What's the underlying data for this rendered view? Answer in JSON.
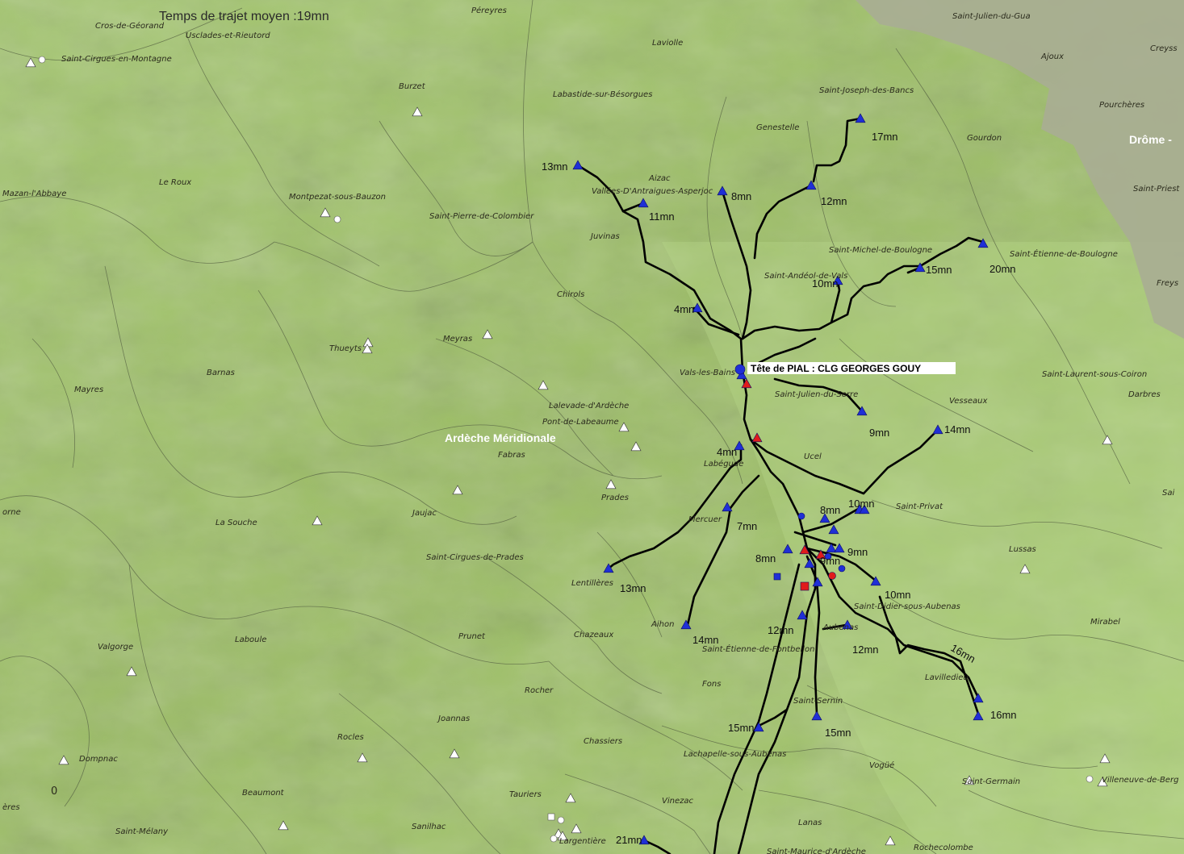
{
  "header": {
    "title": "Temps de trajet moyen :19mn"
  },
  "hub": {
    "label": "Tête de PIAL : CLG GEORGES GOUY"
  },
  "regions": [
    {
      "name": "Ardèche Méridionale"
    },
    {
      "name": "Drôme -"
    }
  ],
  "colors": {
    "terrain": "#9fc16a",
    "terrain_light": "#b8d58a",
    "terrain_dark": "#7ea24c",
    "neighbor_area": "#a8ae93",
    "border": "#5f6b4a",
    "route": "#000000",
    "school_blue": "#1f2fd6",
    "school_red": "#e01b1b",
    "other_school": "#ffffff"
  },
  "communes": [
    "Péreyres",
    "Cros-de-Géorand",
    "Usclades-et-Rieutord",
    "Saint-Julien-du-Gua",
    "Laviolle",
    "Creyss",
    "Saint-Cirgues-en-Montagne",
    "Ajoux",
    "Burzet",
    "Labastide-sur-Bésorgues",
    "Saint-Joseph-des-Bancs",
    "Pourchères",
    "Genestelle",
    "Gourdon",
    "Saint-Priest",
    "Le Roux",
    "Aizac",
    "Mazan-l'Abbaye",
    "Vallées-D'Antraigues-Asperjoc",
    "Montpezat-sous-Bauzon",
    "Saint-Pierre-de-Colombier",
    "Saint-Michel-de-Boulogne",
    "Saint-Étienne-de-Boulogne",
    "Juvinas",
    "Saint-Andéol-de-Vals",
    "Freys",
    "Chirols",
    "Meyras",
    "Thueyts",
    "Barnas",
    "Vals-les-Bains",
    "Saint-Laurent-sous-Coiron",
    "Mayres",
    "Saint-Julien-du-Serre",
    "Darbres",
    "Lalevade-d'Ardèche",
    "Vesseaux",
    "Pont-de-Labeaume",
    "Fabras",
    "Ucel",
    "Labégude",
    "Prades",
    "Sai",
    "Jaujac",
    "orne",
    "La Souche",
    "Mercuer",
    "Saint-Privat",
    "Saint-Cirgues-de-Prades",
    "Lussas",
    "Lentillères",
    "Saint-Didier-sous-Aubenas",
    "Mirabel",
    "Aubenas",
    "Aihon",
    "Valgorge",
    "Laboule",
    "Prunet",
    "Chazeaux",
    "Saint-Étienne-de-Fontbellon",
    "Lavilledieu",
    "Rocher",
    "Fons",
    "Saint-Sernin",
    "Joannas",
    "Rocles",
    "Chassiers",
    "Lachapelle-sous-Aubenas",
    "Dompnac",
    "Vogüé",
    "Saint-Germain",
    "Villeneuve-de-Berg",
    "Beaumont",
    "Tauriers",
    "Vinezac",
    "ères",
    "Saint-Mélany",
    "Sanilhac",
    "Largentière",
    "Lanas",
    "Rochecolombe",
    "Saint-Maurice-d'Ardèche"
  ],
  "map_misc": {
    "scale_label": "0"
  },
  "travel_times": [
    "13mn",
    "11mn",
    "8mn",
    "12mn",
    "17mn",
    "15mn",
    "20mn",
    "10mn",
    "4mn",
    "9mn",
    "14mn",
    "4mn",
    "10mn",
    "8mn",
    "7mn",
    "9mn",
    "9mn",
    "8mn",
    "13mn",
    "10mn",
    "12mn",
    "14mn",
    "12mn",
    "16mn",
    "16mn",
    "15mn",
    "15mn",
    "21mn"
  ]
}
